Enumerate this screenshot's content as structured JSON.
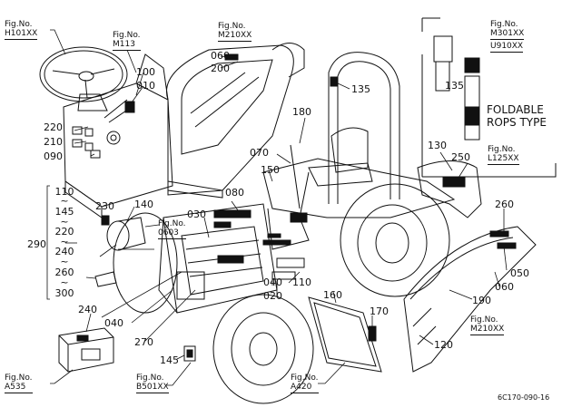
{
  "fig_refs": [
    {
      "key": "h101",
      "caption": "Fig.No.",
      "ref": "H101XX"
    },
    {
      "key": "m113",
      "caption": "Fig.No.",
      "ref": "M113"
    },
    {
      "key": "m210_top",
      "caption": "Fig.No.",
      "ref": "M210XX"
    },
    {
      "key": "m301",
      "caption": "Fig.No.",
      "ref": "M301XX"
    },
    {
      "key": "u910",
      "caption": "",
      "ref": "U910XX"
    },
    {
      "key": "l125",
      "caption": "Fig.No.",
      "ref": "L125XX"
    },
    {
      "key": "f0603",
      "caption": "Fig.No.",
      "ref": "0603"
    },
    {
      "key": "m210_right",
      "caption": "Fig.No.",
      "ref": "M210XX"
    },
    {
      "key": "a535",
      "caption": "Fig.No.",
      "ref": "A535"
    },
    {
      "key": "b501",
      "caption": "Fig.No.",
      "ref": "B501XX"
    },
    {
      "key": "a420",
      "caption": "Fig.No.",
      "ref": "A420"
    }
  ],
  "part_numbers": {
    "p060a": "060",
    "p200": "200",
    "p100": "100",
    "p010": "010",
    "p220": "220",
    "p210": "210",
    "p090": "090",
    "p135a": "135",
    "p135b": "135",
    "p180": "180",
    "p070": "070",
    "p150": "150",
    "p130": "130",
    "p250": "250",
    "p260": "260",
    "p050": "050",
    "p060b": "060",
    "p190": "190",
    "p080": "080",
    "p030": "030",
    "p230": "230",
    "p140": "140",
    "p290": "290",
    "p040a": "040",
    "p020": "020",
    "p110": "110",
    "p160": "160",
    "p040b": "040",
    "p240": "240",
    "p170": "170",
    "p270": "270",
    "p145": "145",
    "p120": "120"
  },
  "sequence": [
    "110",
    "145",
    "220",
    "240",
    "260",
    "300"
  ],
  "rops_note": [
    "FOLDABLE",
    "ROPS TYPE"
  ],
  "drawing_code": "6C170-090-16"
}
